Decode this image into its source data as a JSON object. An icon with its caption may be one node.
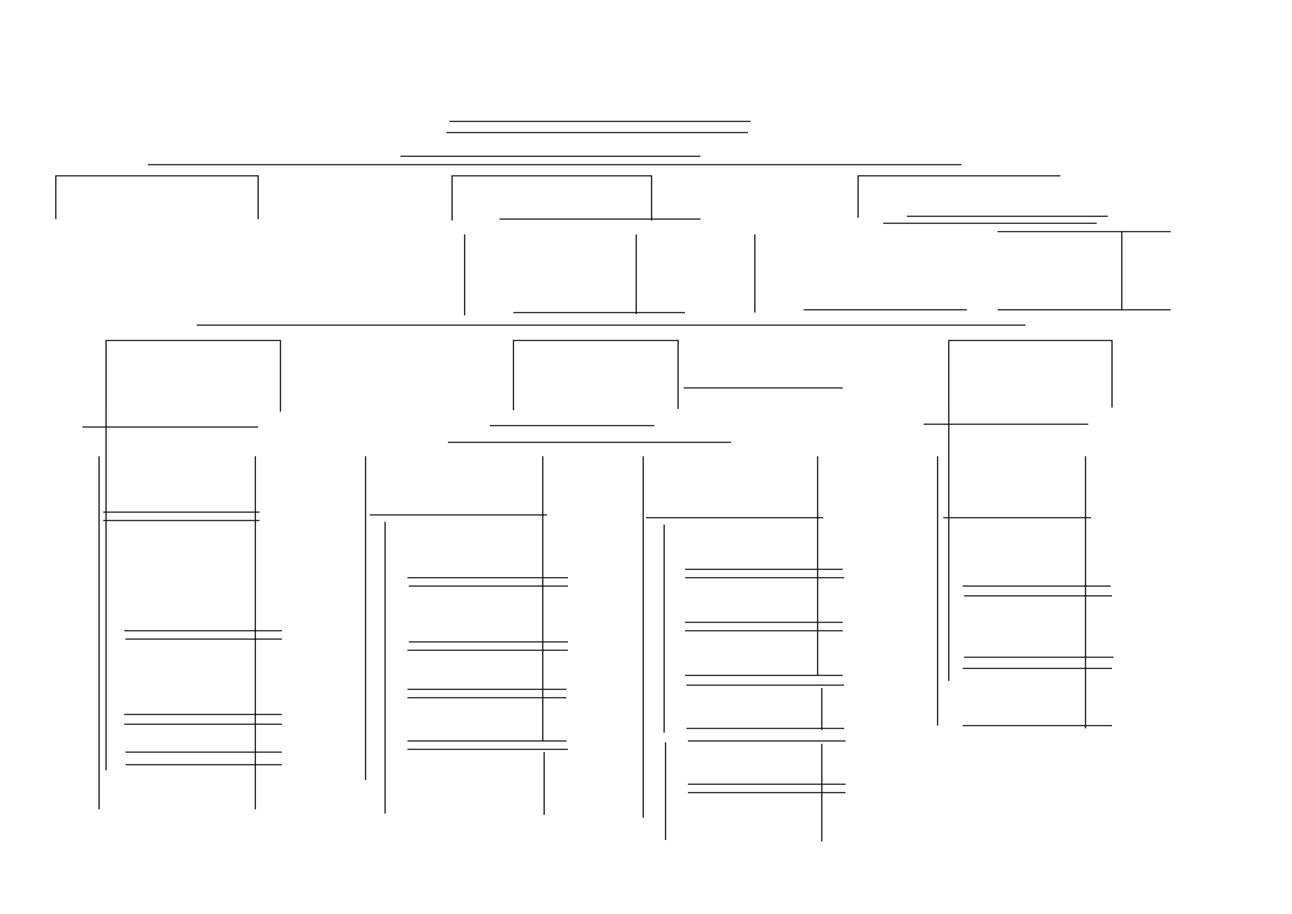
{
  "diagram": {
    "nodes": [
      {
        "text": [],
        "shape": "bracket"
      },
      {
        "text": [],
        "shape": "bracket"
      },
      {
        "text": [],
        "shape": "bracket"
      },
      {
        "text": [],
        "shape": "bracket"
      },
      {
        "text": [],
        "shape": "bracket"
      },
      {
        "text": [],
        "shape": "bracket"
      }
    ]
  }
}
